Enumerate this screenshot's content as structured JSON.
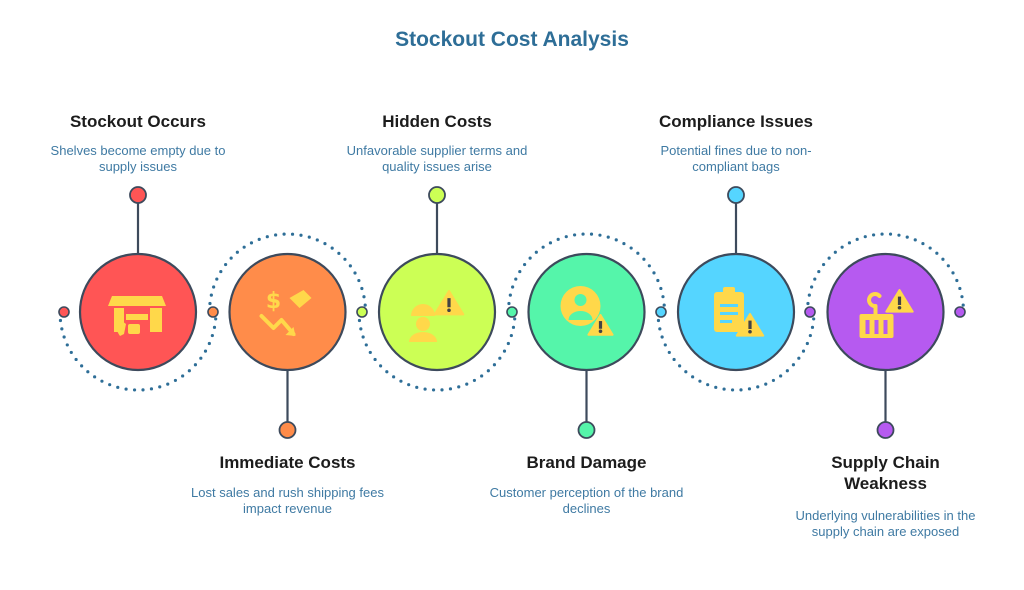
{
  "page": {
    "title": "Stockout Cost Analysis"
  },
  "colors": {
    "title": "#2E6E97",
    "dotted_arc": "#2E6E97",
    "stroke": "#3d4a5c",
    "icon": "#FFD84A"
  },
  "stages": [
    {
      "title": "Stockout Occurs",
      "description": "Shelves become empty due to supply issues",
      "color": "#FF5555",
      "icon": "store-thumbs-down-icon",
      "label_side": "top"
    },
    {
      "title": "Immediate Costs",
      "description": "Lost sales and rush shipping fees impact revenue",
      "color": "#FF8C4A",
      "icon": "money-loss-icon",
      "label_side": "bottom"
    },
    {
      "title": "Hidden Costs",
      "description": "Unfavorable supplier terms and quality issues arise",
      "color": "#CCFF55",
      "icon": "worker-warning-icon",
      "label_side": "top"
    },
    {
      "title": "Brand Damage",
      "description": "Customer perception of the brand declines",
      "color": "#55F5AA",
      "icon": "user-warning-icon",
      "label_side": "bottom"
    },
    {
      "title": "Compliance Issues",
      "description": "Potential fines due to non-compliant bags",
      "color": "#55D5FF",
      "icon": "clipboard-warning-icon",
      "label_side": "top"
    },
    {
      "title": "Supply Chain Weakness",
      "description": "Underlying vulnerabilities in the supply chain are exposed",
      "color": "#B65AF0",
      "icon": "crate-warning-icon",
      "label_side": "bottom"
    }
  ]
}
